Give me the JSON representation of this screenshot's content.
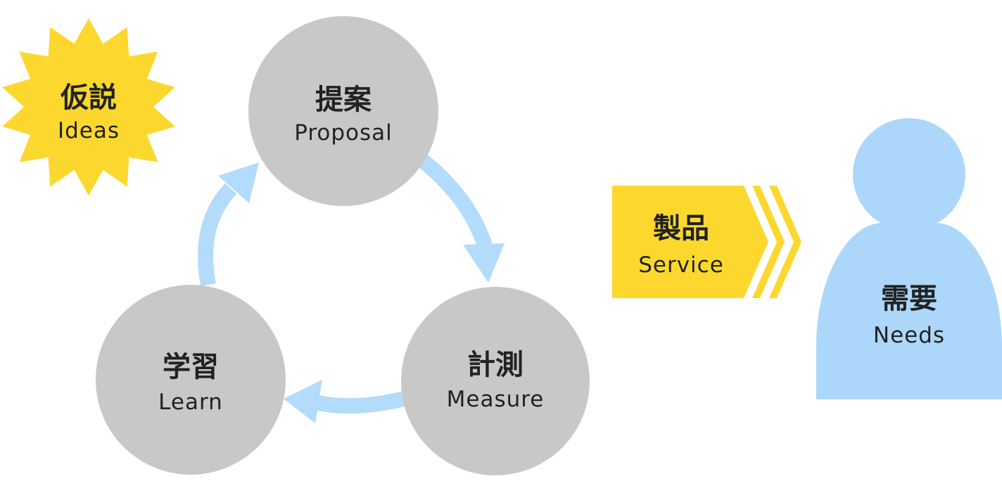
{
  "colors": {
    "circle": "#c8c8c8",
    "arrow": "#b3dbfb",
    "burst": "#fcd82f",
    "service": "#fcd82f",
    "person": "#acd7fa",
    "text": "#222222"
  },
  "ideas": {
    "jp": "仮説",
    "en": "Ideas"
  },
  "proposal": {
    "jp": "提案",
    "en": "Proposal"
  },
  "measure": {
    "jp": "計測",
    "en": "Measure"
  },
  "learn": {
    "jp": "学習",
    "en": "Learn"
  },
  "service": {
    "jp": "製品",
    "en": "Service"
  },
  "needs": {
    "jp": "需要",
    "en": "Needs"
  }
}
